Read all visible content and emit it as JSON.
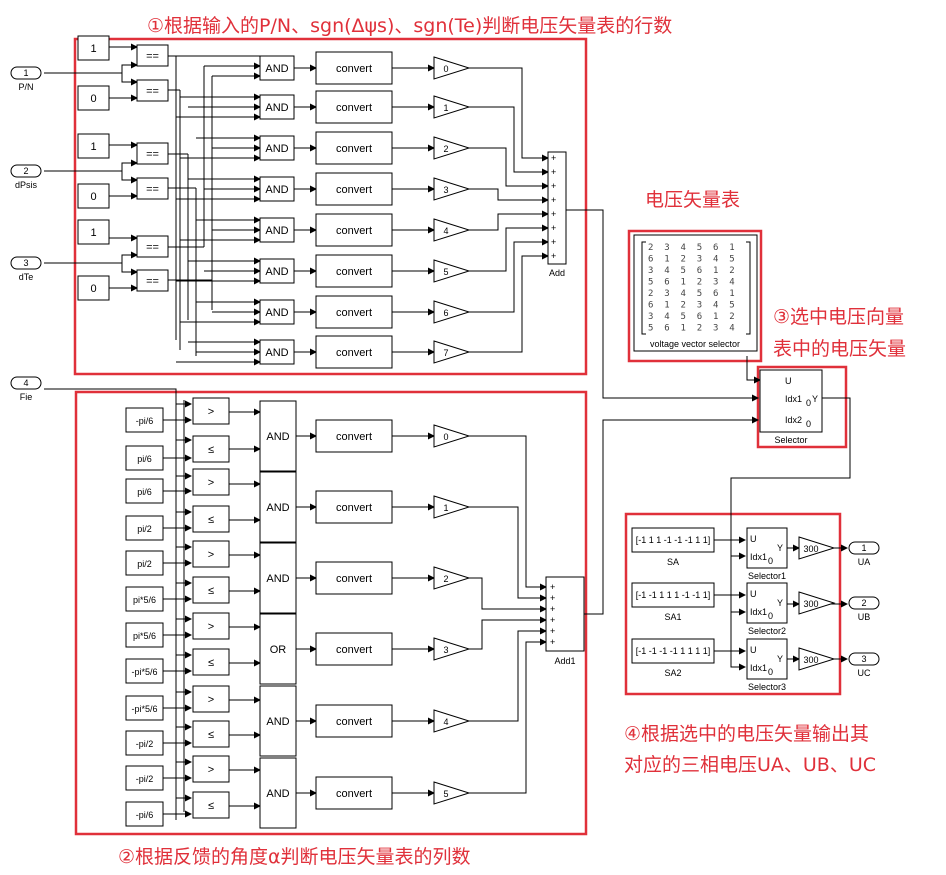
{
  "annotations": {
    "a1": "①根据输入的P/N、sgn(Δψs)、sgn(Te)判断电压矢量表的行数",
    "a2": "②根据反馈的角度α判断电压矢量表的列数",
    "a3_line1": "③选中电压向量",
    "a3_line2": "表中的电压矢量",
    "a4_line1": "④根据选中的电压矢量输出其",
    "a4_line2": "对应的三相电压UA、UB、UC",
    "table_title": "电压矢量表"
  },
  "inports": [
    {
      "num": "1",
      "label": "P/N"
    },
    {
      "num": "2",
      "label": "dPsis"
    },
    {
      "num": "3",
      "label": "dTe"
    },
    {
      "num": "4",
      "label": "Fie"
    }
  ],
  "top_constants": [
    "1",
    "0",
    "1",
    "0",
    "1",
    "0"
  ],
  "compare_eq": "==",
  "and_label": "AND",
  "or_label": "OR",
  "convert_label": "convert",
  "top_gains": [
    "0",
    "1",
    "2",
    "3",
    "4",
    "5",
    "6",
    "7"
  ],
  "add_label": "Add",
  "add1_label": "Add1",
  "bottom_constants": [
    "-pi/6",
    "pi/6",
    "pi/6",
    "pi/2",
    "pi/2",
    "pi*5/6",
    "pi*5/6",
    "-pi*5/6",
    "-pi*5/6",
    "-pi/2",
    "-pi/2",
    "-pi/6"
  ],
  "bottom_compare": [
    ">",
    "≤",
    ">",
    "≤",
    ">",
    "≤",
    ">",
    "≤",
    ">",
    "≤",
    ">",
    "≤"
  ],
  "bottom_logic": [
    "AND",
    "AND",
    "AND",
    "OR",
    "AND",
    "AND"
  ],
  "bottom_gains": [
    "0",
    "1",
    "2",
    "3",
    "4",
    "5"
  ],
  "vector_table": {
    "rows": [
      "2  3  4  5  6  1",
      "6  1  2  3  4  5",
      "3  4  5  6  1  2",
      "5  6  1  2  3  4",
      "2  3  4  5  6  1",
      "6  1  2  3  4  5",
      "3  4  5  6  1  2",
      "5  6  1  2  3  4"
    ],
    "label": "voltage vector selector"
  },
  "selector": {
    "label": "Selector",
    "u": "U",
    "idx1": "Idx1",
    "idx2": "Idx2",
    "sub": "0",
    "y": "Y"
  },
  "sources": [
    {
      "value": "[-1 1 1 -1 -1 -1 1 1]",
      "name": "SA",
      "sel": "Selector1",
      "out": "UA",
      "num": "1"
    },
    {
      "value": "[-1 -1 1 1 1 -1 -1 1]",
      "name": "SA1",
      "sel": "Selector2",
      "out": "UB",
      "num": "2"
    },
    {
      "value": "[-1 -1 -1 -1 1 1 1 1]",
      "name": "SA2",
      "sel": "Selector3",
      "out": "UC",
      "num": "3"
    }
  ],
  "sub_selector": {
    "u": "U",
    "idx": "Idx1",
    "sub": "0",
    "y": "Y"
  },
  "gain_300": "300",
  "colors": {
    "annotation": "#e0303a",
    "line": "#000000"
  }
}
